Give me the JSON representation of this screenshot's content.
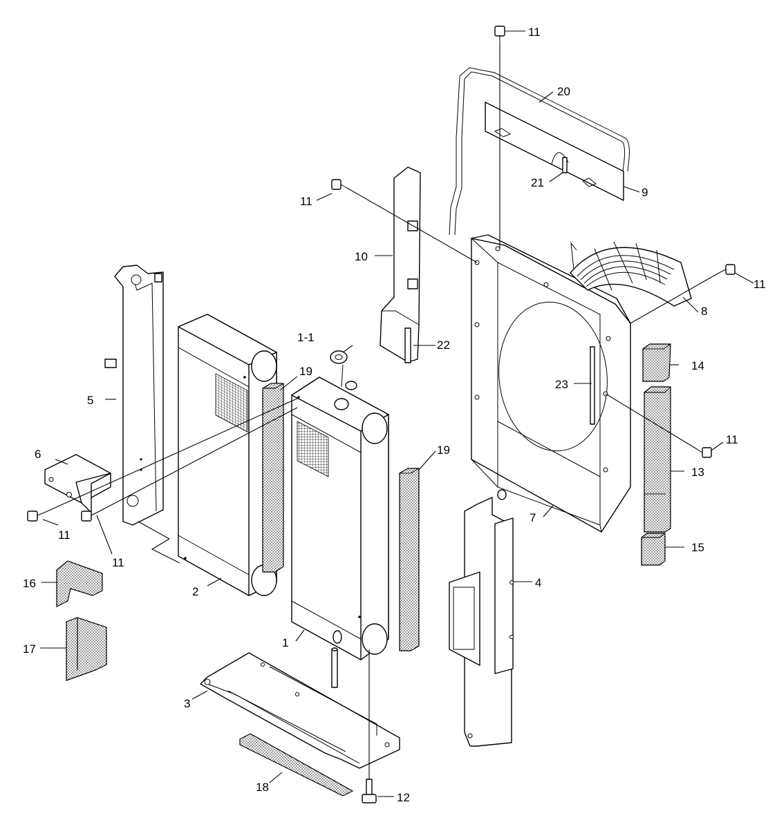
{
  "labels": {
    "p1": "1",
    "p1_1": "1-1",
    "p2": "2",
    "p3": "3",
    "p4": "4",
    "p5": "5",
    "p6": "6",
    "p7": "7",
    "p8": "8",
    "p9": "9",
    "p10": "10",
    "p11": "11",
    "p12": "12",
    "p13": "13",
    "p14": "14",
    "p15": "15",
    "p16": "16",
    "p17": "17",
    "p18": "18",
    "p19": "19",
    "p20": "20",
    "p21": "21",
    "p22": "22",
    "p23": "23"
  }
}
